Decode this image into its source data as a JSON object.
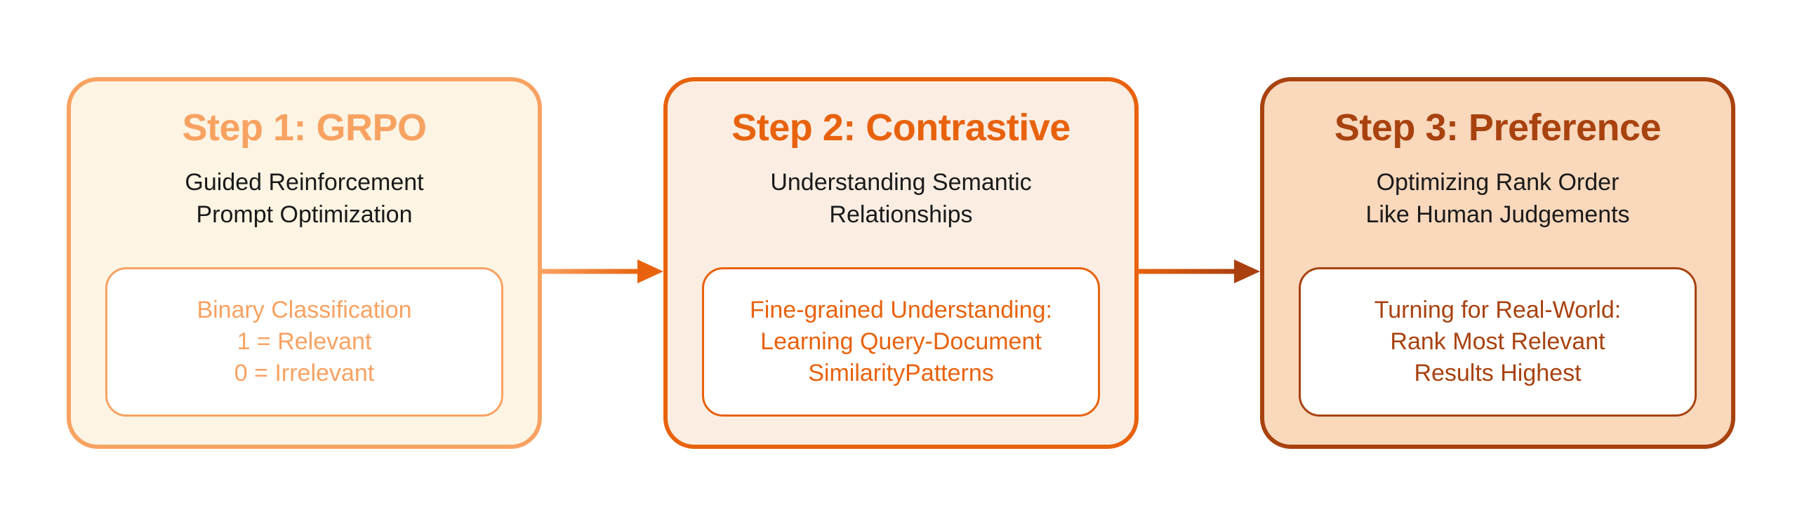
{
  "canvas": {
    "background": "#FFFFFF",
    "subtitle_text_color": "#1A1A1A",
    "detail_background": "#FFFFFF"
  },
  "steps": [
    {
      "title": "Step 1: GRPO",
      "subtitle_lines": [
        "Guided Reinforcement",
        "Prompt Optimization"
      ],
      "detail_lines": [
        "Binary Classification",
        "1 = Relevant",
        "0 = Irrelevant"
      ],
      "colors": {
        "accent": "#F8A262",
        "background": "#FDF4E3"
      }
    },
    {
      "title": "Step 2: Contrastive",
      "subtitle_lines": [
        "Understanding Semantic",
        "Relationships"
      ],
      "detail_lines": [
        "Fine-grained Understanding:",
        "Learning Query-Document",
        "SimilarityPatterns"
      ],
      "colors": {
        "accent": "#E8620D",
        "background": "#FBEDE2"
      }
    },
    {
      "title": "Step 3: Preference",
      "subtitle_lines": [
        "Optimizing Rank Order",
        "Like Human Judgements"
      ],
      "detail_lines": [
        "Turning for Real-World:",
        "Rank Most Relevant",
        "Results Highest"
      ],
      "colors": {
        "accent": "#A8420F",
        "background": "#F9D8BC"
      }
    }
  ],
  "arrows": [
    {
      "name": "arrow-step1-to-step2",
      "from_color": "#F8A262",
      "to_color": "#E8620D"
    },
    {
      "name": "arrow-step2-to-step3",
      "from_color": "#E8620D",
      "to_color": "#AA400F"
    }
  ]
}
